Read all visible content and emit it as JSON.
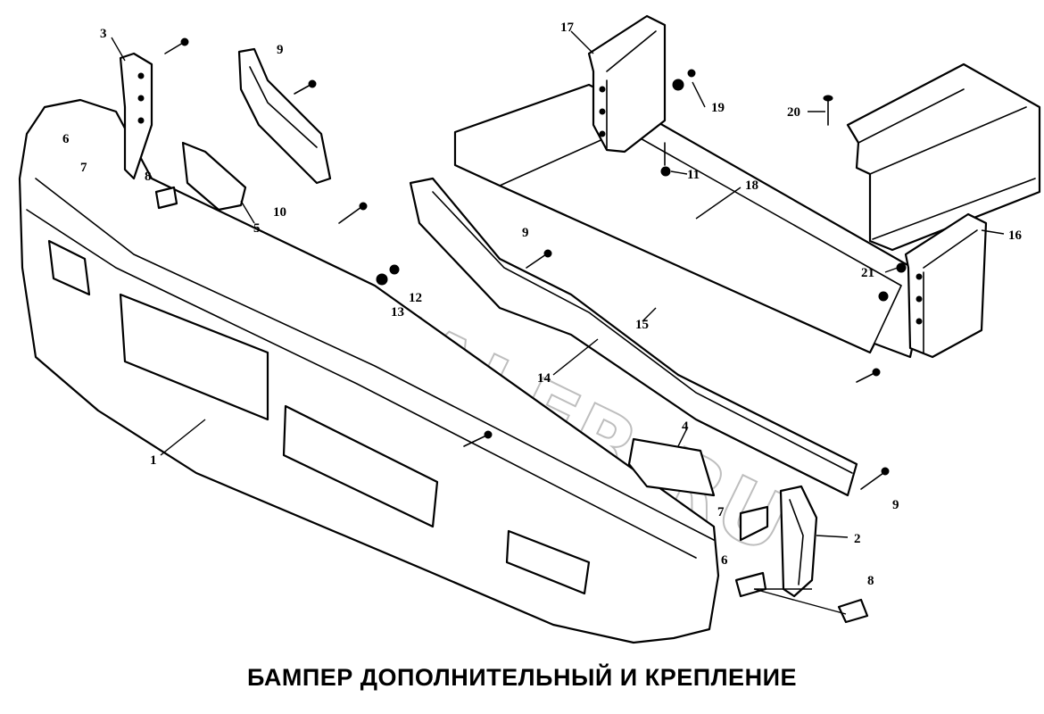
{
  "title": "БАМПЕР ДОПОЛНИТЕЛЬНЫЙ И КРЕПЛЕНИЕ",
  "watermark": "AUTODEALER.RU",
  "callouts": [
    {
      "id": "c1",
      "text": "1"
    },
    {
      "id": "c2",
      "text": "2"
    },
    {
      "id": "c3",
      "text": "3"
    },
    {
      "id": "c4",
      "text": "4"
    },
    {
      "id": "c5",
      "text": "5"
    },
    {
      "id": "c6a",
      "text": "6"
    },
    {
      "id": "c6b",
      "text": "6"
    },
    {
      "id": "c7a",
      "text": "7"
    },
    {
      "id": "c7b",
      "text": "7"
    },
    {
      "id": "c8a",
      "text": "8"
    },
    {
      "id": "c8b",
      "text": "8"
    },
    {
      "id": "c9a",
      "text": "9"
    },
    {
      "id": "c9b",
      "text": "9"
    },
    {
      "id": "c9c",
      "text": "9"
    },
    {
      "id": "c10",
      "text": "10"
    },
    {
      "id": "c11",
      "text": "11"
    },
    {
      "id": "c12",
      "text": "12"
    },
    {
      "id": "c13",
      "text": "13"
    },
    {
      "id": "c14",
      "text": "14"
    },
    {
      "id": "c15",
      "text": "15"
    },
    {
      "id": "c16",
      "text": "16"
    },
    {
      "id": "c17",
      "text": "17"
    },
    {
      "id": "c18",
      "text": "18"
    },
    {
      "id": "c19",
      "text": "19"
    },
    {
      "id": "c20",
      "text": "20"
    },
    {
      "id": "c21",
      "text": "21"
    }
  ]
}
